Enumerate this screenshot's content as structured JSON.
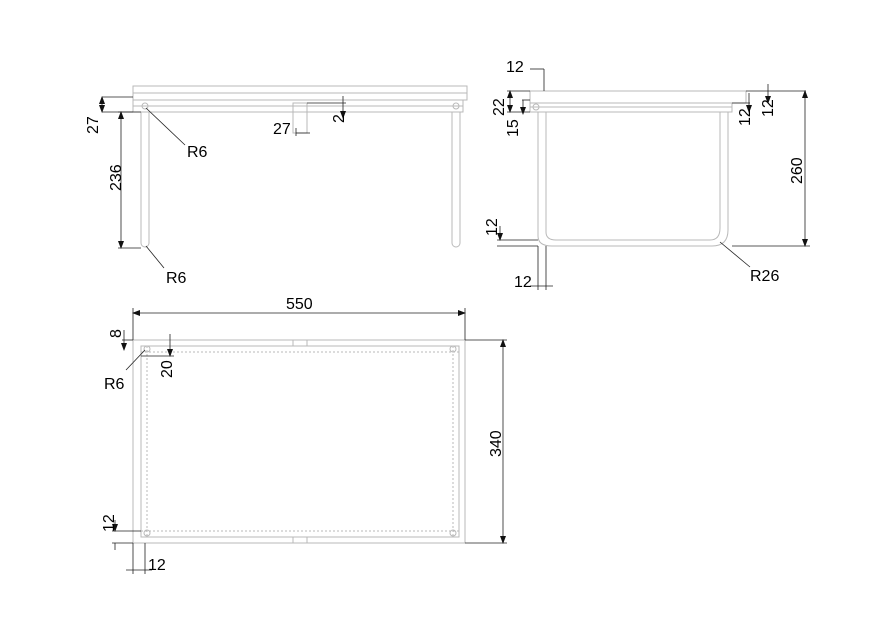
{
  "drawing": {
    "colors": {
      "part_line": "#b9b9b9",
      "dimension_line": "#222222",
      "text": "#000000",
      "background": "#ffffff"
    },
    "front_view": {
      "dims": {
        "top_thickness": "27",
        "height": "236",
        "leg_radius": "R6",
        "foot_radius": "R6",
        "gap_width": "27",
        "gap_depth": "2"
      }
    },
    "side_view": {
      "dims": {
        "overhang": "12",
        "top_thickness": "22",
        "frame_offset": "15",
        "rail_top": "12",
        "rail_bottom": "12",
        "height": "260",
        "bottom_rail": "12",
        "tube": "12",
        "bend_radius": "R26"
      }
    },
    "top_view": {
      "dims": {
        "width": "550",
        "depth": "340",
        "edge": "8",
        "inset": "20",
        "corner_radius": "R6",
        "bottom_inset": "12",
        "leg_size": "12"
      }
    }
  }
}
